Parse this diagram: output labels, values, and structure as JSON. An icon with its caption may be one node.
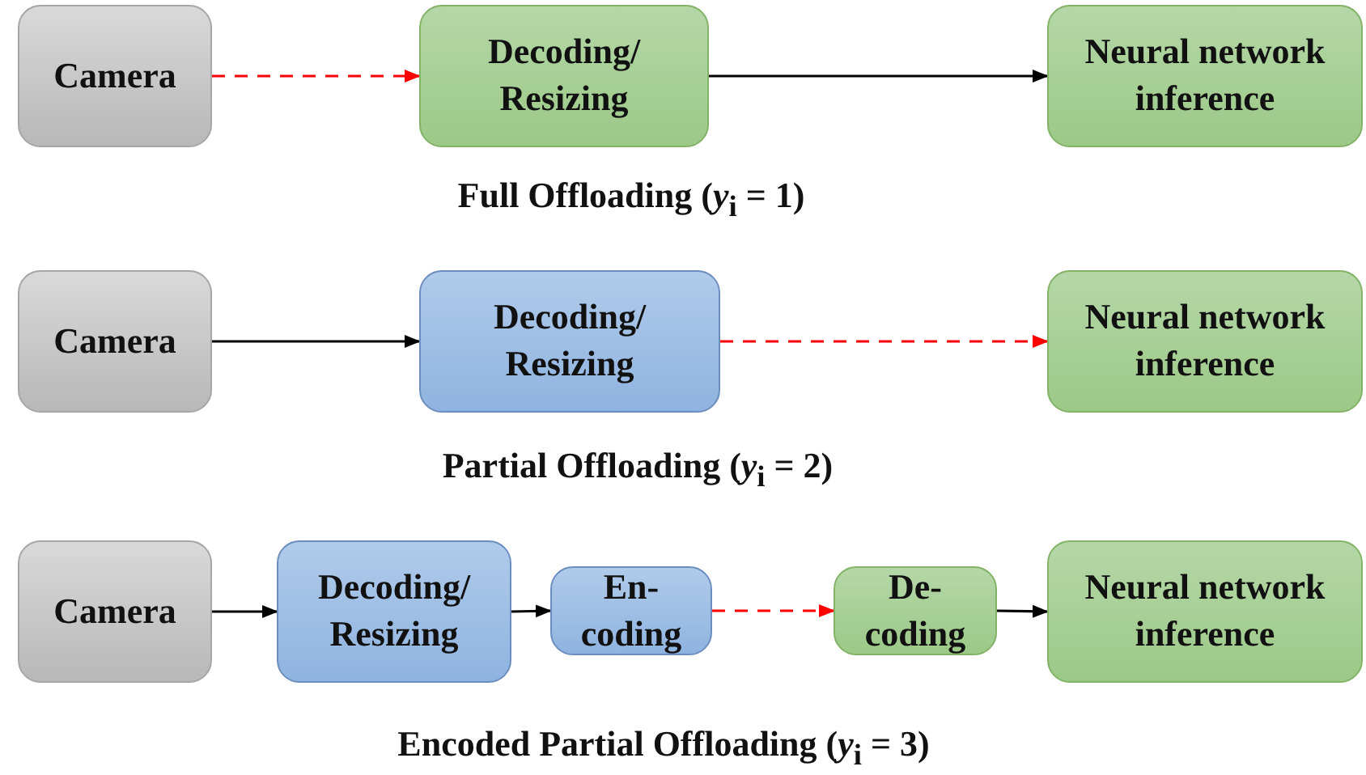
{
  "diagram": {
    "nodes": [
      {
        "text": [
          "Camera"
        ]
      },
      {
        "text": [
          "Decoding/ Resizing"
        ]
      },
      {
        "text": [
          "Neural network inference"
        ]
      },
      {
        "text": [
          "Camera"
        ]
      },
      {
        "text": [
          "Decoding/ Resizing"
        ]
      },
      {
        "text": [
          "Neural network inference"
        ]
      },
      {
        "text": [
          "Camera"
        ]
      },
      {
        "text": [
          "Decoding/ Resizing"
        ]
      },
      {
        "text": [
          "En- coding"
        ]
      },
      {
        "text": [
          "De- coding"
        ]
      },
      {
        "text": [
          "Neural network inference"
        ]
      }
    ],
    "edges": [
      {
        "from": 0,
        "to": 1,
        "arrow": "to",
        "style": "dashed",
        "color": "#ff0000"
      },
      {
        "from": 1,
        "to": 2,
        "arrow": "to"
      },
      {
        "from": 3,
        "to": 4,
        "arrow": "to"
      },
      {
        "from": 4,
        "to": 5,
        "arrow": "to",
        "style": "dashed",
        "color": "#ff0000"
      },
      {
        "from": 6,
        "to": 7,
        "arrow": "to"
      },
      {
        "from": 7,
        "to": 8,
        "arrow": "to"
      },
      {
        "from": 8,
        "to": 9,
        "arrow": "to",
        "style": "dashed",
        "color": "#ff0000"
      },
      {
        "from": 9,
        "to": 10,
        "arrow": "to"
      }
    ],
    "labels": [
      "Full Offloading (*y*$_{i}$ = 1)",
      "Partial Offloading (*y*$_{i}$ = 2)",
      "Encoded Partial Offloading (*y*$_{i}$ = 3)"
    ]
  }
}
